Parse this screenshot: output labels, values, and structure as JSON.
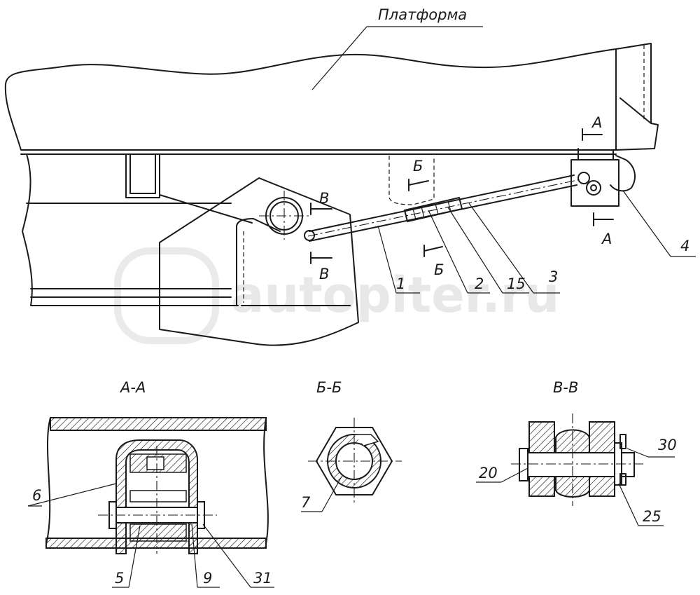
{
  "labels": {
    "platform": "Платформа",
    "p1": "1",
    "p2": "2",
    "p15": "15",
    "p3": "3",
    "p4": "4",
    "p5": "5",
    "p6": "6",
    "p7": "7",
    "p9": "9",
    "p20": "20",
    "p25": "25",
    "p30": "30",
    "p31": "31"
  },
  "section_marks": {
    "a": "А",
    "b": "Б",
    "v": "В"
  },
  "section_titles": {
    "aa": "А-А",
    "bb": "Б-Б",
    "vv": "В-В"
  },
  "watermark": "autopiter.ru"
}
